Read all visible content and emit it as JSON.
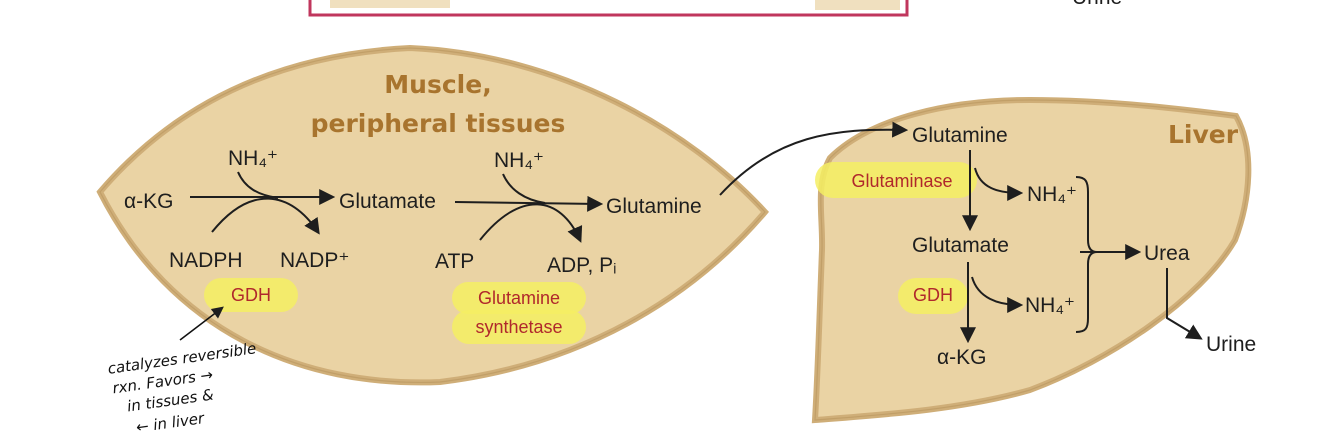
{
  "colors": {
    "tissue_fill": "#ead3a4",
    "tissue_edge": "#c9a56c",
    "title_color": "#a8742e",
    "highlight": "#f5ee63",
    "enzyme_text": "#b0282c",
    "frame_line": "#c0365d"
  },
  "muscle": {
    "title_line1": "Muscle,",
    "title_line2": "peripheral tissues",
    "akg": "α-KG",
    "glutamate": "Glutamate",
    "glutamine": "Glutamine",
    "nh4_1": "NH₄⁺",
    "nh4_2": "NH₄⁺",
    "nadph": "NADPH",
    "nadp": "NADP⁺",
    "atp": "ATP",
    "adp_pi": "ADP, Pᵢ",
    "gdh": "GDH",
    "gs_line1": "Glutamine",
    "gs_line2": "synthetase"
  },
  "liver": {
    "title": "Liver",
    "glutamine": "Glutamine",
    "glutaminase": "Glutaminase",
    "nh4_1": "NH₄⁺",
    "glutamate": "Glutamate",
    "gdh": "GDH",
    "nh4_2": "NH₄⁺",
    "akg": "α-KG",
    "urea": "Urea",
    "urine": "Urine"
  },
  "top_cut_text": "Urine",
  "note": {
    "line1": "catalyzes reversible",
    "line2": "rxn. Favors →",
    "line3": "in tissues &",
    "line4": "← in liver"
  }
}
